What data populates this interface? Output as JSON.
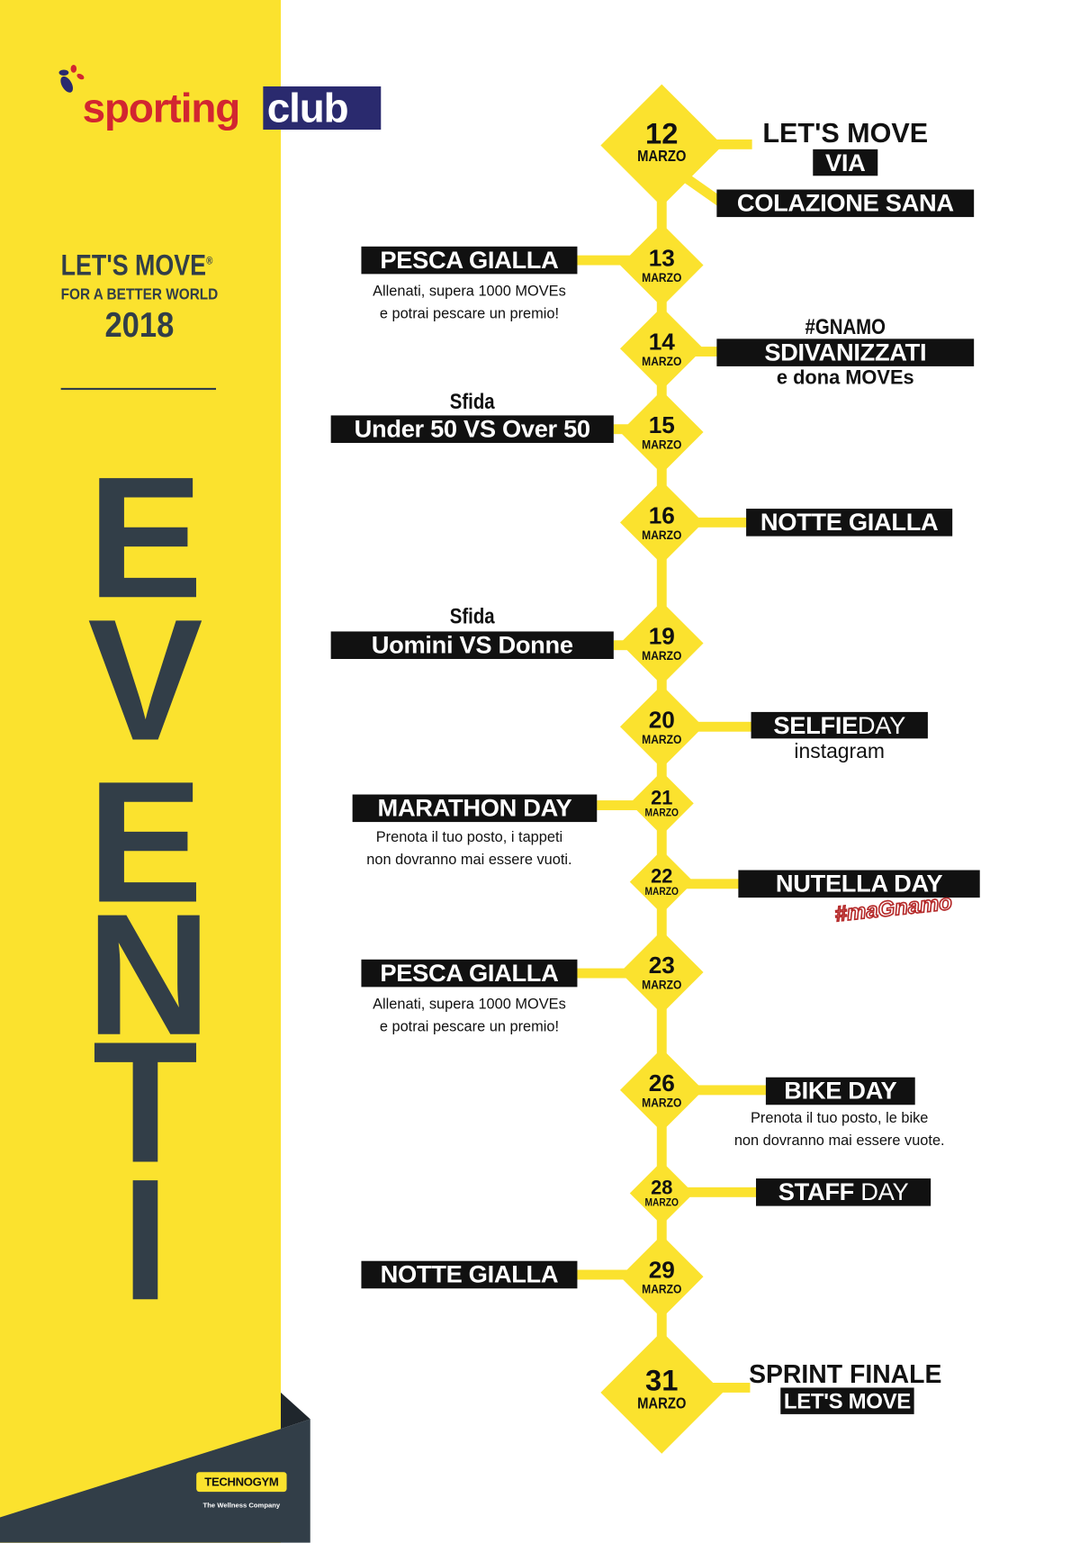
{
  "brand": {
    "logo_word1": "sporting",
    "logo_word2": "club",
    "red": "#d22630",
    "navy": "#2a2a6e"
  },
  "campaign": {
    "title": "LET'S MOVE",
    "registered": "®",
    "subtitle": "FOR A BETTER WORLD",
    "year": "2018"
  },
  "vertical_title": [
    "E",
    "V",
    "E",
    "N",
    "T",
    "I"
  ],
  "footer": {
    "sponsor": "TECHNOGYM",
    "tagline": "The Wellness Company"
  },
  "colors": {
    "yellow": "#fbe22e",
    "dark": "#323e48",
    "label_bg": "#111111"
  },
  "events": [
    {
      "day": "12",
      "month": "MARZO",
      "heading": "LET'S MOVE",
      "box": "VIA",
      "box2": "COLAZIONE SANA"
    },
    {
      "day": "13",
      "month": "MARZO",
      "box": "PESCA GIALLA",
      "note": [
        "Allenati, supera 1000 MOVEs",
        "e potrai pescare un premio!"
      ]
    },
    {
      "day": "14",
      "month": "MARZO",
      "heading": "#GNAMO",
      "box": "SDIVANIZZATI",
      "sub": "e dona MOVEs"
    },
    {
      "day": "15",
      "month": "MARZO",
      "heading": "Sfida",
      "box": "Under 50 VS Over 50"
    },
    {
      "day": "16",
      "month": "MARZO",
      "box": "NOTTE GIALLA"
    },
    {
      "day": "19",
      "month": "MARZO",
      "heading": "Sfida",
      "box": "Uomini VS Donne"
    },
    {
      "day": "20",
      "month": "MARZO",
      "box_bold": "SELFIE",
      "box_regular": "DAY",
      "sub": "instagram"
    },
    {
      "day": "21",
      "month": "MARZO",
      "box": "MARATHON DAY",
      "note": [
        "Prenota il tuo posto, i tappeti",
        "non dovranno mai essere vuoti."
      ]
    },
    {
      "day": "22",
      "month": "MARZO",
      "box": "NUTELLA DAY",
      "hashtag": "#maGnamo"
    },
    {
      "day": "23",
      "month": "MARZO",
      "box": "PESCA GIALLA",
      "note": [
        "Allenati, supera 1000 MOVEs",
        "e potrai pescare un premio!"
      ]
    },
    {
      "day": "26",
      "month": "MARZO",
      "box": "BIKE DAY",
      "note": [
        "Prenota il tuo posto, le bike",
        "non dovranno mai essere vuote."
      ]
    },
    {
      "day": "28",
      "month": "MARZO",
      "box_bold": "STAFF",
      "box_regular": "DAY"
    },
    {
      "day": "29",
      "month": "MARZO",
      "box": "NOTTE GIALLA"
    },
    {
      "day": "31",
      "month": "MARZO",
      "heading": "SPRINT FINALE",
      "box": "LET'S MOVE"
    }
  ]
}
